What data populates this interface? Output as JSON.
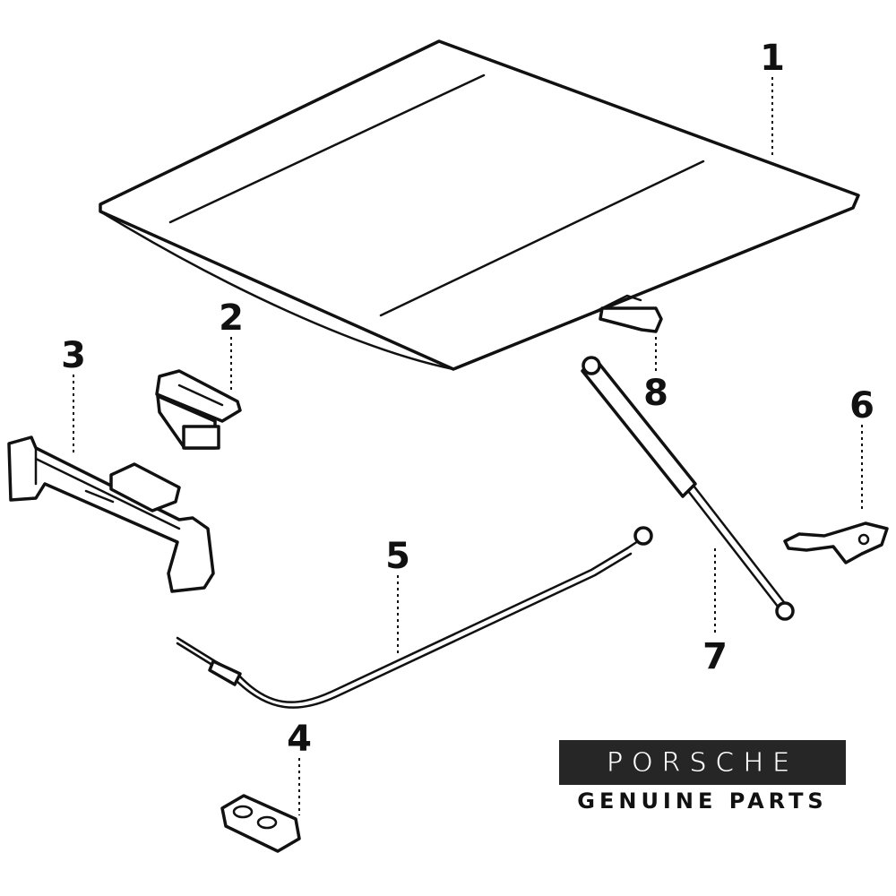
{
  "diagram": {
    "callouts": [
      "1",
      "2",
      "3",
      "4",
      "5",
      "6",
      "7",
      "8"
    ]
  },
  "brand": {
    "logo": "PORSCHE",
    "tagline": "GENUINE PARTS"
  }
}
